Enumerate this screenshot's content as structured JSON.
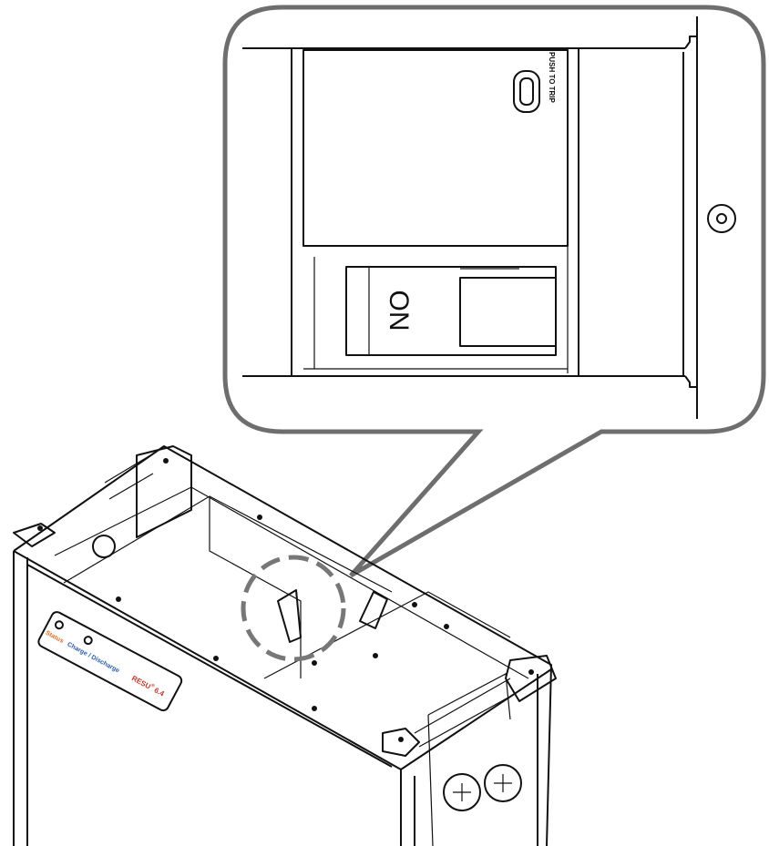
{
  "callout": {
    "breaker_label": "ON",
    "trip_label": "PUSH TO TRIP"
  },
  "device": {
    "status_label": "Status",
    "charge_label": "Charge / Discharge",
    "model_label": "RESU",
    "model_mark": "®",
    "model_number": "6.4"
  },
  "colors": {
    "callout_border": "#6e6e6e",
    "status": "#d9702a",
    "charge": "#2a5aa8",
    "model": "#c0392b"
  }
}
